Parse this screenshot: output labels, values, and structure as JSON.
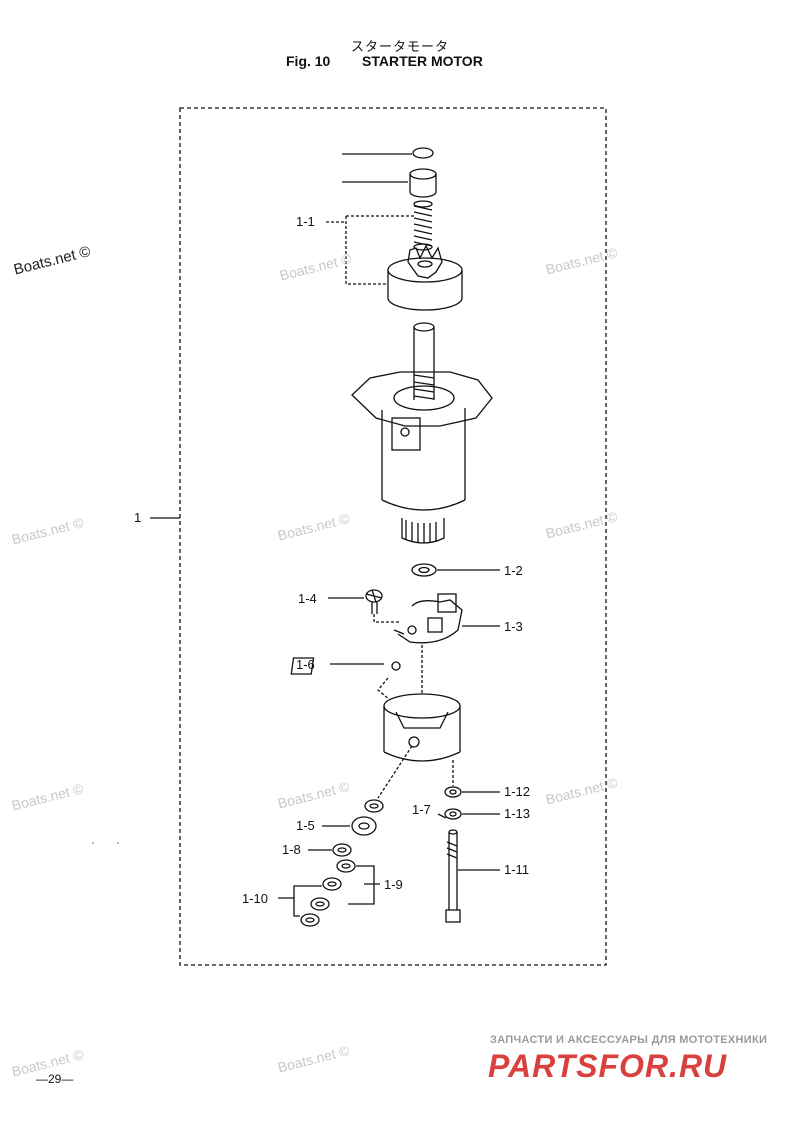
{
  "header": {
    "title_jp": "スタータモータ",
    "fig_number": "Fig. 10",
    "fig_title": "STARTER MOTOR"
  },
  "callouts": {
    "c1": "1",
    "c1_1": "1-1",
    "c1_2": "1-2",
    "c1_3": "1-3",
    "c1_4": "1-4",
    "c1_5": "1-5",
    "c1_6": "1-6",
    "c1_7": "1-7",
    "c1_8": "1-8",
    "c1_9": "1-9",
    "c1_10": "1-10",
    "c1_11": "1-11",
    "c1_12": "1-12",
    "c1_13": "1-13"
  },
  "watermarks": {
    "main": "Boats.net ©",
    "faint": "Boats.net ©"
  },
  "footer": {
    "shop_tagline": "ЗАПЧАСТИ И АКСЕССУАРЫ ДЛЯ МОТОТЕХНИКИ",
    "shop_logo": "PARTSFOR.RU",
    "page_number": "—29—"
  },
  "colors": {
    "line": "#111111",
    "watermark": "#c8c8c8",
    "logo": "#d9413f"
  }
}
